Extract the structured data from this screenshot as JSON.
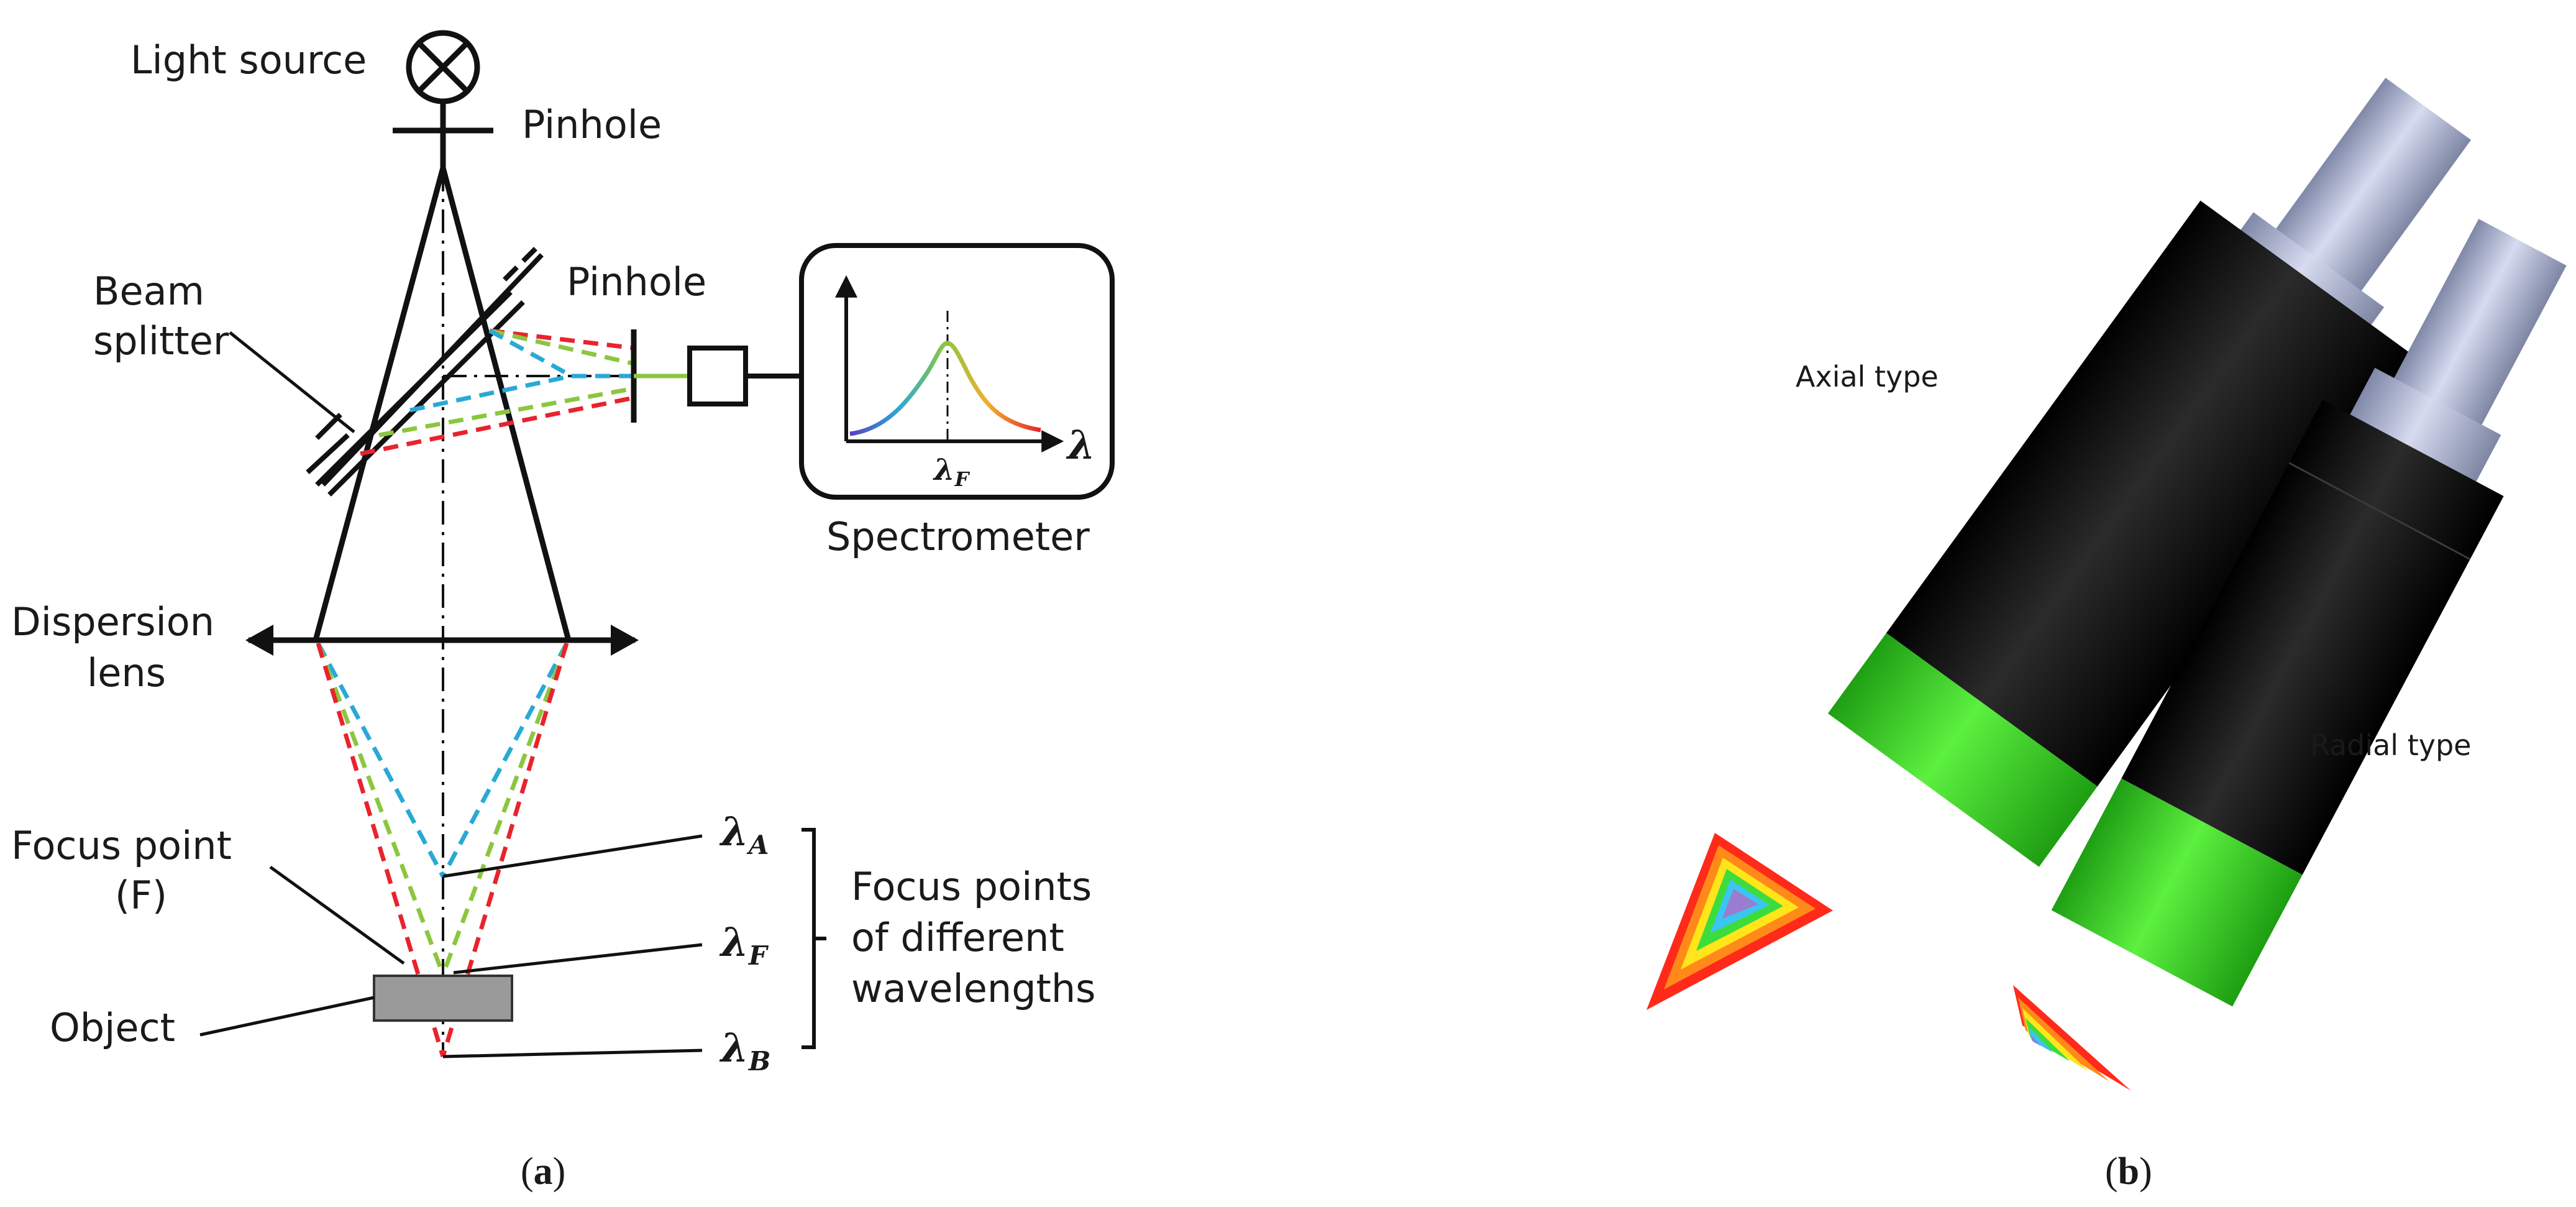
{
  "panel_a": {
    "caption": {
      "open": "(",
      "letter": "a",
      "close": ")"
    },
    "labels": {
      "light_source": "Light source",
      "pinhole_top": "Pinhole",
      "pinhole_side": "Pinhole",
      "beam_splitter_1": "Beam",
      "beam_splitter_2": "splitter",
      "spectrometer": "Spectrometer",
      "dispersion_lens_1": "Dispersion",
      "dispersion_lens_2": "lens",
      "focus_point_1": "Focus point",
      "focus_point_2": "(F)",
      "object": "Object",
      "focus_points_1": "Focus points",
      "focus_points_2": "of different",
      "focus_points_3": "wavelengths"
    },
    "wavelengths": [
      {
        "symbol": "λ",
        "sub": "A"
      },
      {
        "symbol": "λ",
        "sub": "F"
      },
      {
        "symbol": "λ",
        "sub": "B"
      }
    ],
    "spectrometer_axis": {
      "symbol": "λ",
      "peak_symbol": "λ",
      "peak_sub": "F"
    },
    "ray_colors": {
      "red": "#e8232e",
      "green": "#8cc63f",
      "blue": "#29a9d6"
    }
  },
  "panel_b": {
    "caption": {
      "open": "(",
      "letter": "b",
      "close": ")"
    },
    "labels": {
      "axial": "Axial type",
      "radial": "Radial type"
    },
    "colors": {
      "body": "#0a0a0a",
      "tip": "#33d61f",
      "connector": "#b7bcd6"
    }
  }
}
